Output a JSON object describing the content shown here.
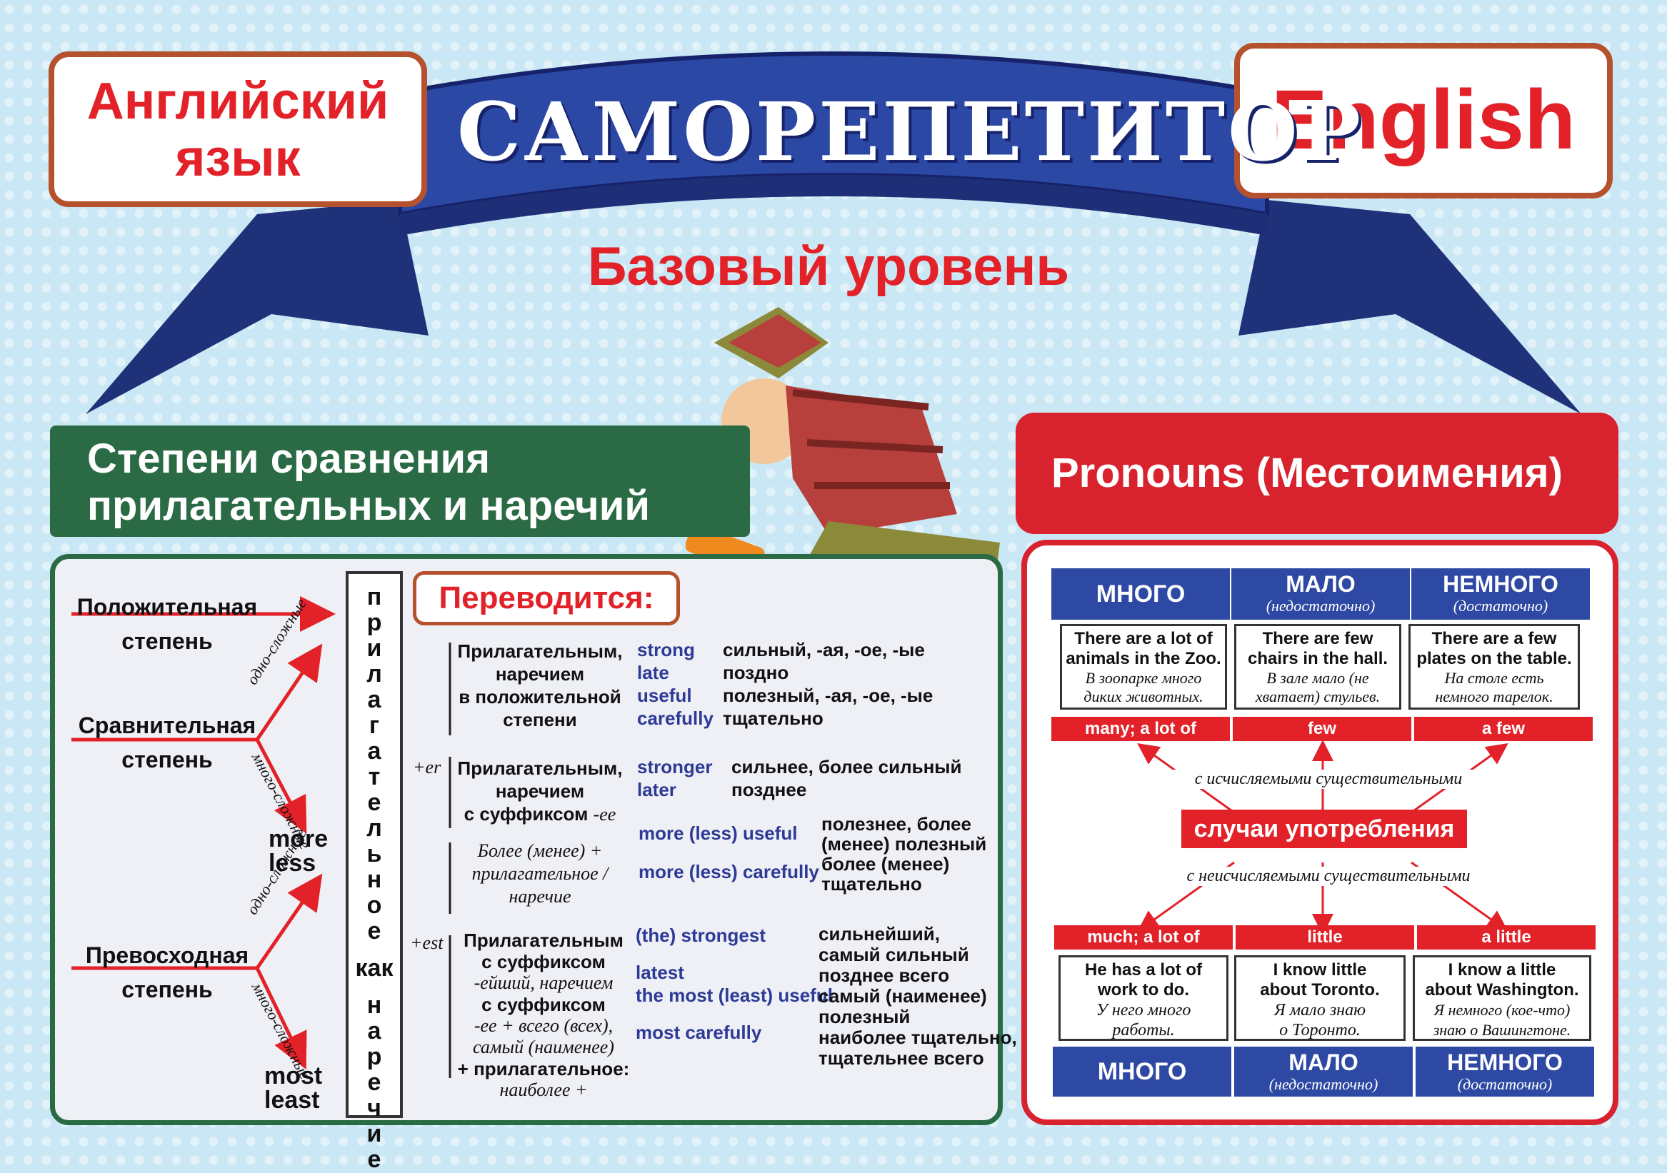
{
  "header": {
    "left_badge": [
      "Английский",
      "язык"
    ],
    "right_badge": "English",
    "banner_title": "САМОРЕПЕТИТОР",
    "subtitle": "Базовый уровень"
  },
  "left_section": {
    "title": [
      "Степени сравнения",
      "прилагательных и наречий"
    ],
    "degrees": {
      "positive": [
        "Положительная",
        "степень"
      ],
      "comparative": [
        "Сравнительная",
        "степень"
      ],
      "superlative": [
        "Превосходная",
        "степень"
      ],
      "one_syllable": "одно-",
      "syllable_word": "сложные",
      "many_syllable": "много-",
      "more_less": [
        "more",
        "less"
      ],
      "most_least": [
        "most",
        "least"
      ]
    },
    "vertical_label": "прилагательное как наречие",
    "translated_label": "Переводится:",
    "suffix_er": "+er",
    "suffix_est": "+est",
    "rows": {
      "r1_desc": [
        "Прилагательным,",
        "наречием",
        "в положительной",
        "степени"
      ],
      "r1_words": [
        "strong",
        "late",
        "useful",
        "carefully"
      ],
      "r1_trans": [
        "сильный, -ая, -ое, -ые",
        "поздно",
        "полезный, -ая, -ое, -ые",
        "тщательно"
      ],
      "r2_desc": [
        "Прилагательным,",
        "наречием",
        "с суффиксом"
      ],
      "r2_suffix": "-ее",
      "r2_words": [
        "stronger",
        "later"
      ],
      "r2_trans": [
        "сильнее, более сильный",
        "позднее"
      ],
      "r3_desc": [
        "Более (менее) +",
        "прилагательное /",
        "наречие"
      ],
      "r3_words": [
        "more (less) useful",
        "more (less) carefully"
      ],
      "r3_trans": [
        "полезнее, более",
        "(менее) полезный",
        "более (менее)",
        "тщательно"
      ],
      "r4_desc": [
        "Прилагательным",
        "с суффиксом",
        "-ейший, наречием",
        "с суффиксом",
        "-ее + всего (всех),",
        "самый (наименее)",
        "+ прилагательное:",
        "наиболее +"
      ],
      "r4_words": [
        "(the) strongest",
        "latest",
        "the most (least) useful",
        "most carefully"
      ],
      "r4_trans": [
        "сильнейший,",
        "самый сильный",
        "позднее всего",
        "самый (наименее)",
        "полезный",
        "наиболее тщательно,",
        "тщательнее всего"
      ]
    }
  },
  "right_section": {
    "title": "Pronouns (Местоимения)",
    "top_headers": [
      {
        "main": "МНОГО",
        "sub": ""
      },
      {
        "main": "МАЛО",
        "sub": "(недостаточно)"
      },
      {
        "main": "НЕМНОГО",
        "sub": "(достаточно)"
      }
    ],
    "top_examples": [
      {
        "en": [
          "There are a lot of",
          "animals in the Zoo."
        ],
        "ru": [
          "В зоопарке много",
          "диких животных."
        ]
      },
      {
        "en": [
          "There are few",
          "chairs in the hall."
        ],
        "ru": [
          "В зале мало (не",
          "хватает) стульев."
        ]
      },
      {
        "en": [
          "There are a few",
          "plates on the table."
        ],
        "ru": [
          "На столе есть",
          "немного тарелок."
        ]
      }
    ],
    "top_bar": [
      "many; a lot of",
      "few",
      "a few"
    ],
    "countable": "с исчисляемыми существительными",
    "center_label": "случаи употребления",
    "uncountable": "с неисчисляемыми существительными",
    "bottom_bar": [
      "much; a lot of",
      "little",
      "a little"
    ],
    "bottom_examples": [
      {
        "en": [
          "He has a lot of",
          "work to do."
        ],
        "ru": [
          "У него много",
          "работы."
        ]
      },
      {
        "en": [
          "I know little",
          "about Toronto."
        ],
        "ru": [
          "Я мало знаю",
          "о Торонто."
        ]
      },
      {
        "en": [
          "I know a little",
          "about Washington."
        ],
        "ru": [
          "Я немного (кое-что)",
          "знаю о Вашингтоне."
        ]
      }
    ],
    "bottom_headers": [
      {
        "main": "МНОГО",
        "sub": ""
      },
      {
        "main": "МАЛО",
        "sub": "(недостаточно)"
      },
      {
        "main": "НЕМНОГО",
        "sub": "(достаточно)"
      }
    ]
  },
  "colors": {
    "red": "#e22128",
    "blue": "#2d3a96",
    "green": "#2a6b45",
    "banner": "#2c48a5"
  }
}
